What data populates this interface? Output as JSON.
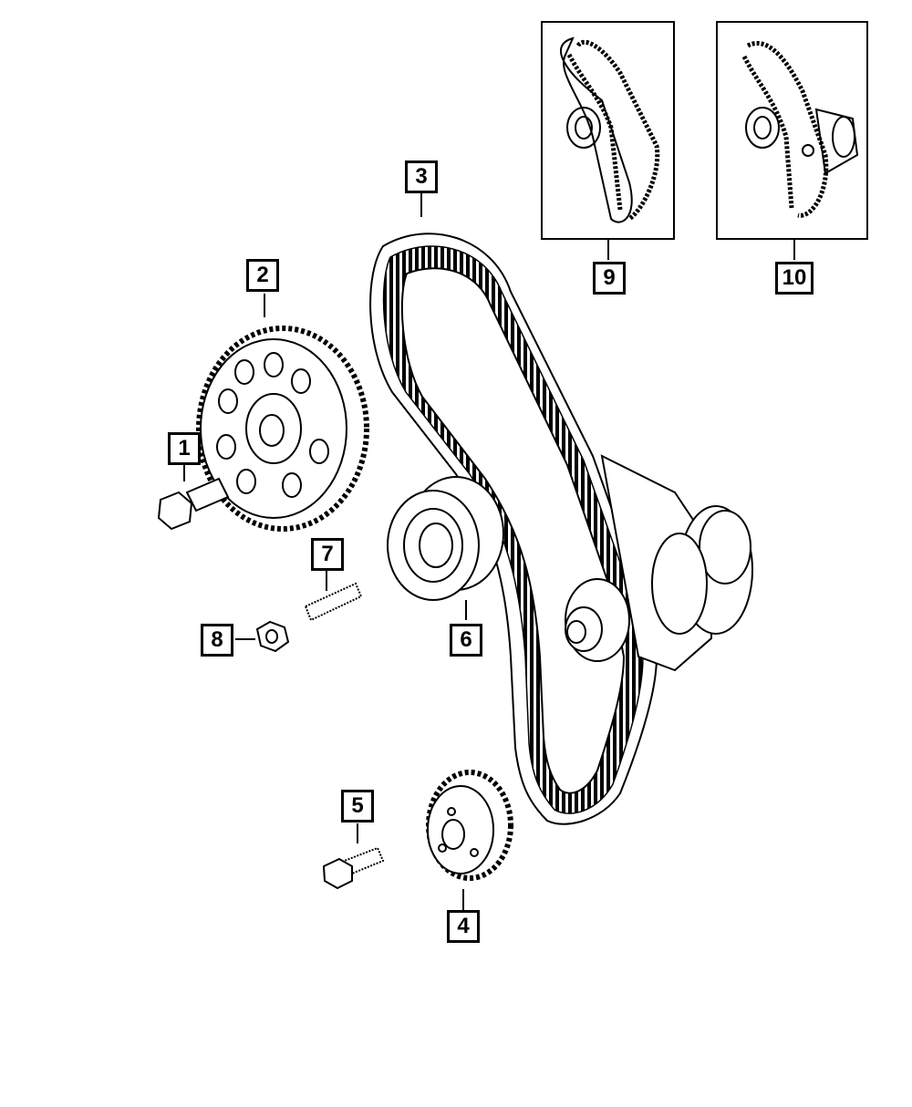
{
  "callouts": {
    "c1": "1",
    "c2": "2",
    "c3": "3",
    "c4": "4",
    "c5": "5",
    "c6": "6",
    "c7": "7",
    "c8": "8",
    "c9": "9",
    "c10": "10"
  },
  "colors": {
    "ink": "#000000",
    "paper": "#ffffff"
  }
}
